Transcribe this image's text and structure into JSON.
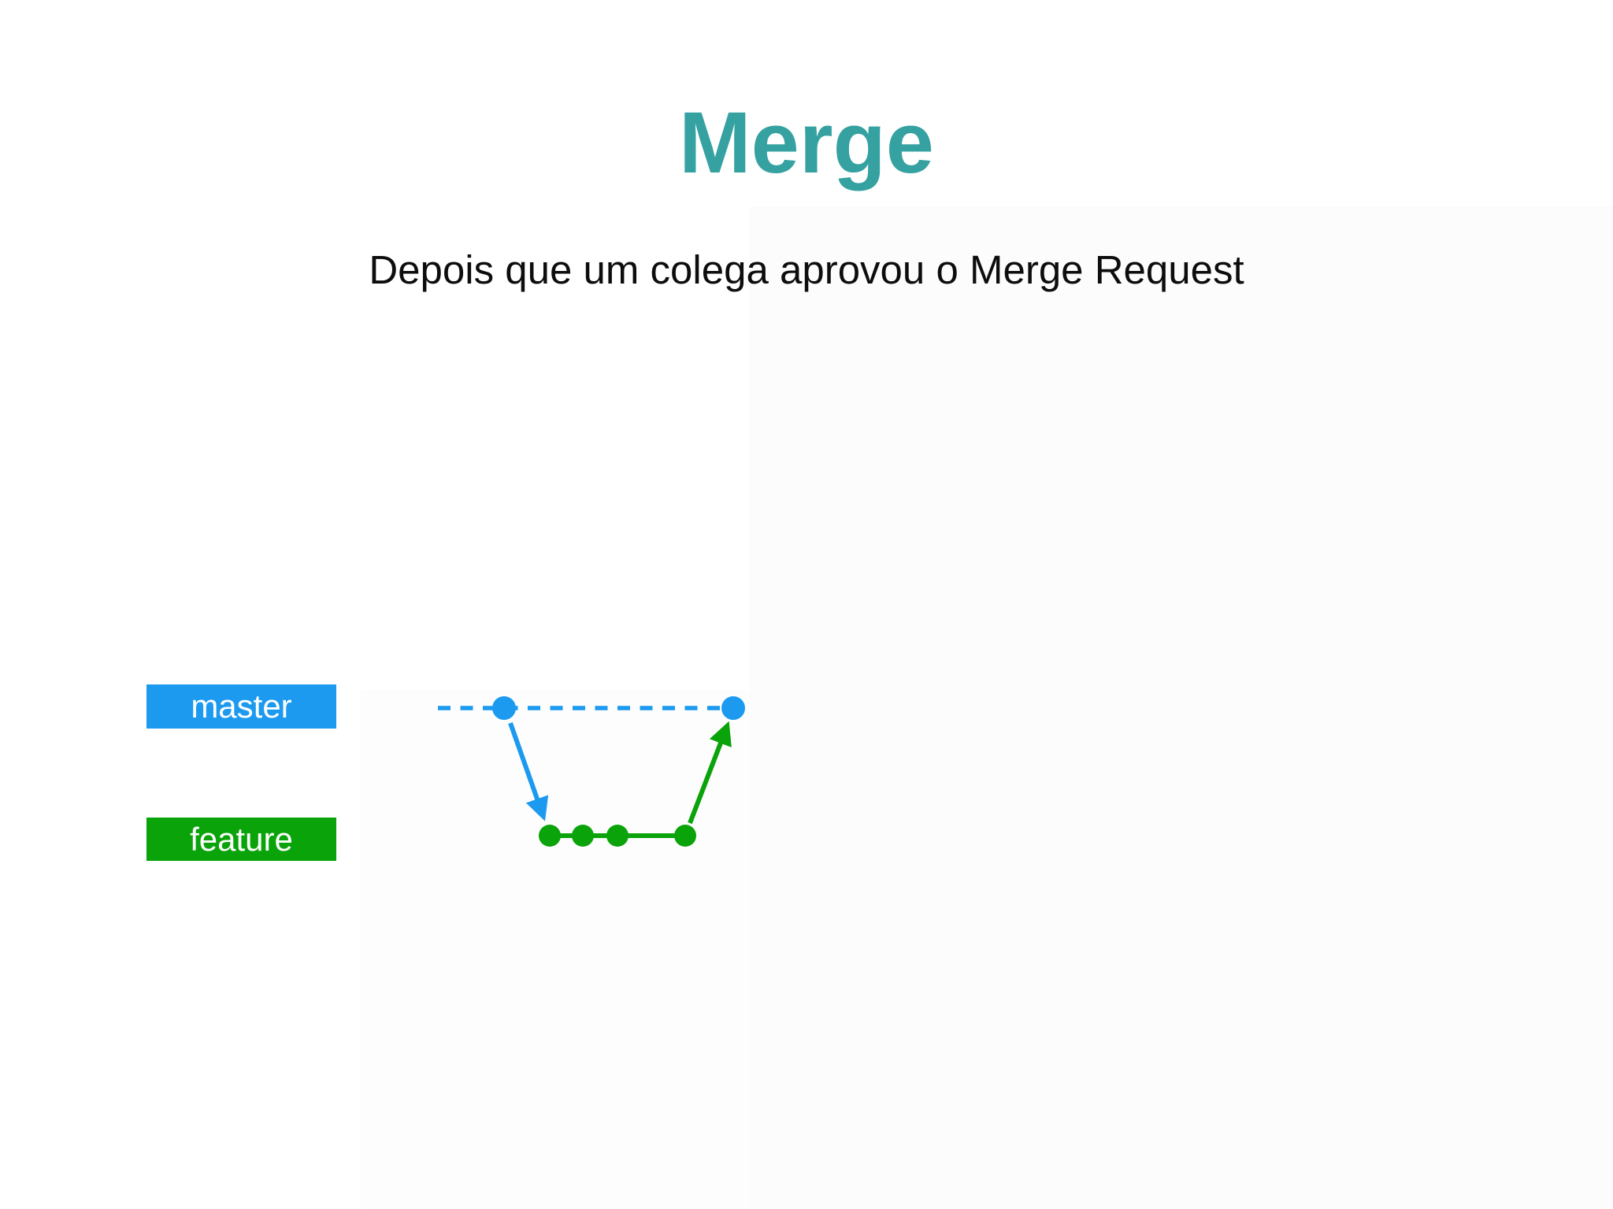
{
  "slide": {
    "title": "Merge",
    "subtitle": "Depois que um colega aprovou o Merge Request"
  },
  "colors": {
    "title": "#35a1a1",
    "subtitle": "#0d0d0d",
    "master_blue": "#1b9af0",
    "feature_green": "#0aa30a",
    "label_text": "#ffffff",
    "background": "#ffffff"
  },
  "diagram": {
    "master_label": "master",
    "feature_label": "feature",
    "master_commit_count": 2,
    "feature_commit_count": 4,
    "master_line_style": "dashed",
    "feature_line_style": "solid"
  }
}
